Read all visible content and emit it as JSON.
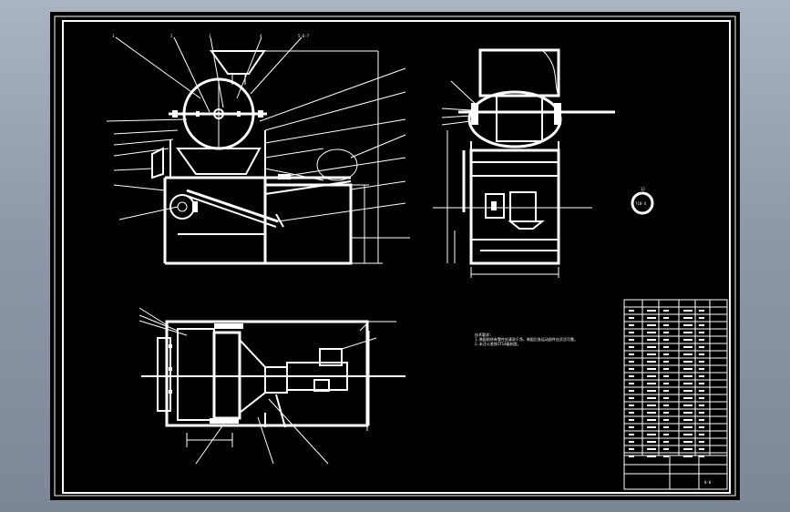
{
  "drawing": {
    "centre_mark_label": "?18-4",
    "notes": [
      "技术要求:",
      "1.装配前所有零件应清洗干净，装配后各运动部件应灵活可靠。",
      "2.未注公差按IT14级制造。"
    ],
    "front_view_callouts": [
      "1",
      "2",
      "3",
      "4",
      "5-6-7"
    ],
    "title_block_code": "0-0"
  }
}
